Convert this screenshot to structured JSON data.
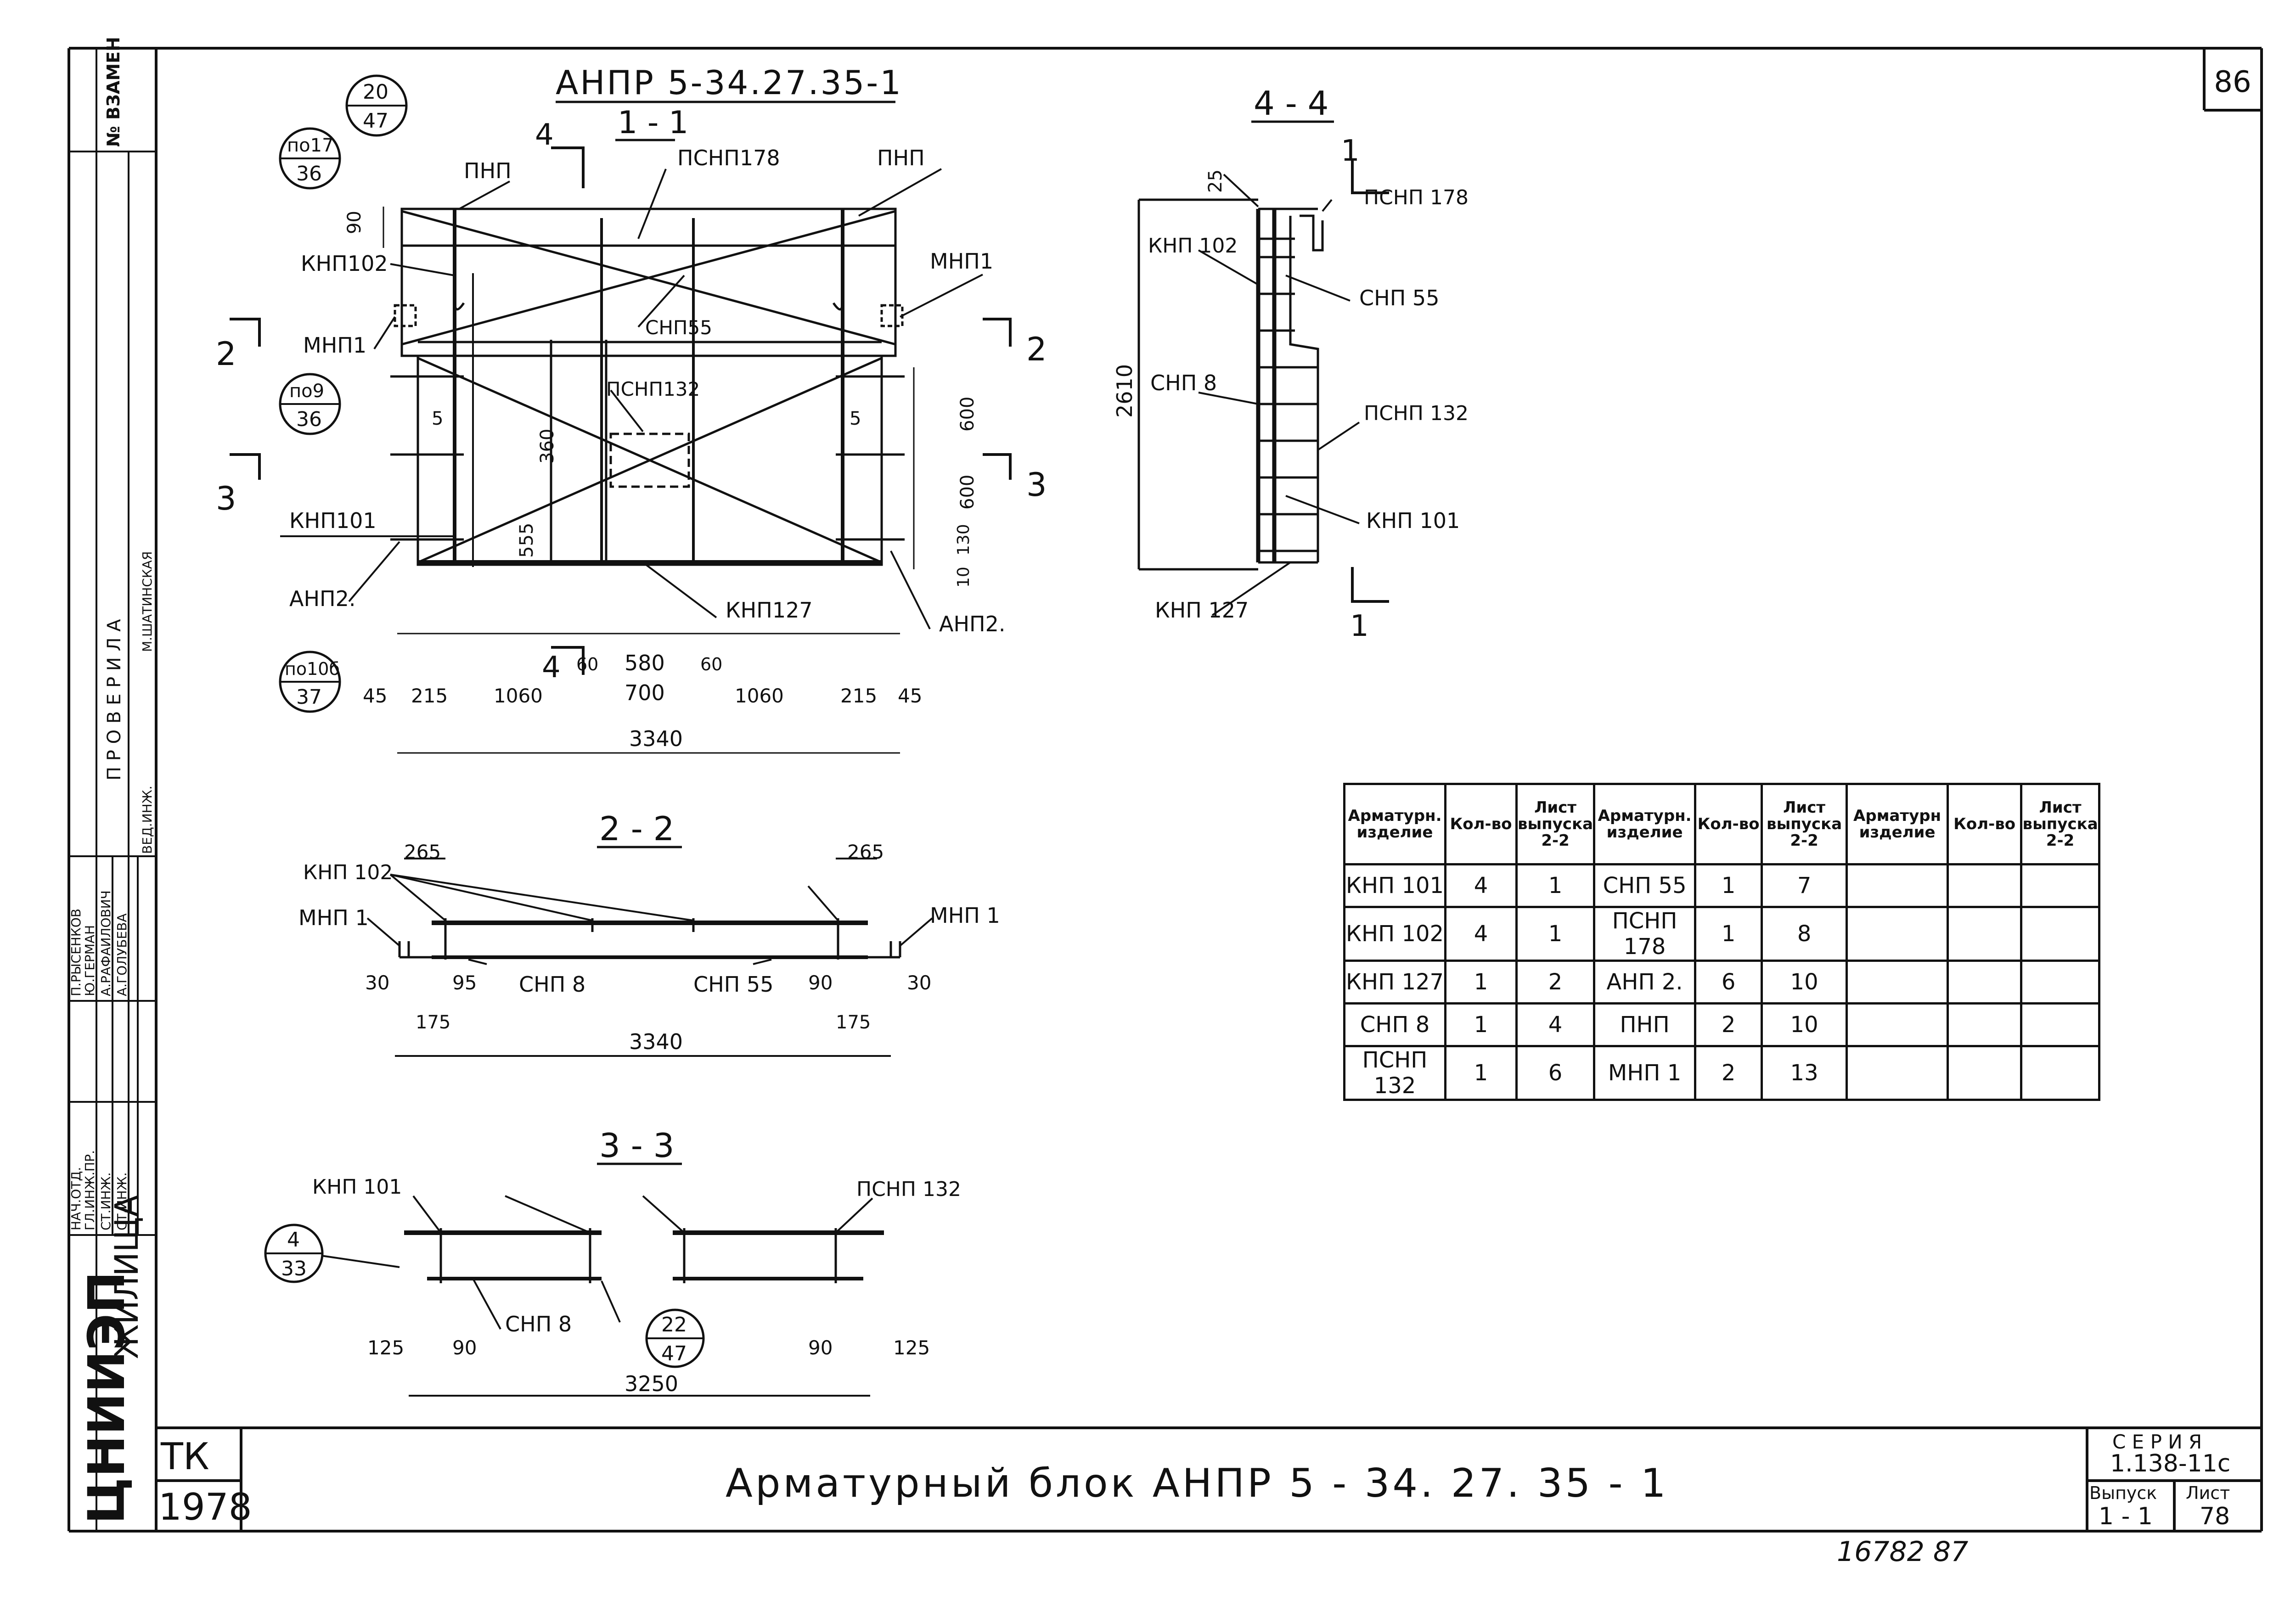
{
  "sheet_number": "86",
  "drawing_title": "АНПР 5-34.27.35-1",
  "sections": {
    "s11": "1 - 1",
    "s22": "2 - 2",
    "s33": "3 - 3",
    "s44": "4 - 4"
  },
  "section_marks": {
    "m1": "1",
    "m2": "2",
    "m3": "3",
    "m4": "4"
  },
  "callouts": {
    "c20_47": {
      "top": "20",
      "bottom": "47"
    },
    "c17_36": {
      "top": "по17",
      "bottom": "36"
    },
    "c9_36": {
      "top": "по9",
      "bottom": "36"
    },
    "c10b_37": {
      "top": "по10б",
      "bottom": "37"
    },
    "c4_33": {
      "top": "4",
      "bottom": "33"
    },
    "c22_47": {
      "top": "22",
      "bottom": "47"
    }
  },
  "labels": {
    "pnp": "ПНП",
    "psnp178": "ПСНП178",
    "knp102": "КНП102",
    "mnp1": "МНП1",
    "snp55": "СНП55",
    "psnp132": "ПСНП132",
    "knp101": "КНП101",
    "anp2": "АНП2.",
    "knp127": "КНП127",
    "snp8": "СНП8",
    "snp55b": "СНП 55",
    "knp101b": "КНП 101",
    "knp127b": "КНП 127",
    "psnp178b": "ПСНП 178",
    "psnp132b": "ПСНП 132",
    "knp102b": "КНП 102",
    "snp8b": "СНП 8",
    "mnp1b": "МНП 1",
    "anp2b": "АНП 2."
  },
  "dims": {
    "d90": "90",
    "d5a": "5",
    "d5b": "5",
    "d555": "555",
    "d360": "360",
    "d600a": "600",
    "d600b": "600",
    "d130": "130",
    "d10": "10",
    "d45a": "45",
    "d215a": "215",
    "d1060a": "1060",
    "d60a": "60",
    "d580": "580",
    "d700": "700",
    "d60b": "60",
    "d1060b": "1060",
    "d215b": "215",
    "d45b": "45",
    "d3340": "3340",
    "d25": "25",
    "d2610": "2610",
    "d265a": "265",
    "d265b": "265",
    "d30a": "30",
    "d95": "95",
    "d175a": "175",
    "d90b": "90",
    "d175b": "175",
    "d30b": "30",
    "d3340b": "3340",
    "d125a": "125",
    "d90c": "90",
    "d90d": "90",
    "d125b": "125",
    "d3250": "3250"
  },
  "table": {
    "headers": [
      "Арматурн. изделие",
      "Кол-во",
      "Лист выпуска 2-2",
      "Арматурн. изделие",
      "Кол-во",
      "Лист выпуска 2-2",
      "Арматурн изделие",
      "Кол-во",
      "Лист выпуска 2-2"
    ],
    "rows": [
      [
        "КНП 101",
        "4",
        "1",
        "СНП 55",
        "1",
        "7",
        "",
        "",
        ""
      ],
      [
        "КНП 102",
        "4",
        "1",
        "ПСНП 178",
        "1",
        "8",
        "",
        "",
        ""
      ],
      [
        "КНП 127",
        "1",
        "2",
        "АНП 2.",
        "6",
        "10",
        "",
        "",
        ""
      ],
      [
        "СНП 8",
        "1",
        "4",
        "ПНП",
        "2",
        "10",
        "",
        "",
        ""
      ],
      [
        "ПСНП 132",
        "1",
        "6",
        "МНП 1",
        "2",
        "13",
        "",
        "",
        ""
      ]
    ]
  },
  "left_stamp": {
    "vzam": "№ ВЗАМЕН",
    "proverila": "П Р О В Е Р И Л А",
    "roles": [
      "НАЧ.ОТД.",
      "ГЛ.ИНЖ.ПР.",
      "СТ.ИНЖ.",
      "СТ.ИНЖ.",
      "ВЕД.ИНЖ."
    ],
    "names": [
      "П.РЫСЕНКОВ",
      "Ю.ГЕРМАН",
      "А.РАФАИЛОВИЧ",
      "А.ГОЛУБЕВА",
      "М.ШАТИНСКАЯ"
    ],
    "org": "ЦНИИЭП",
    "org2": "ЖИЛИЩА"
  },
  "title_block": {
    "tk": "ТК",
    "year": "1978",
    "title": "Арматурный  блок   АНПР 5 - 34. 27. 35 - 1",
    "seria_label": "С Е Р И Я",
    "seria": "1.138-11с",
    "vypusk_label": "Выпуск",
    "vypusk": "1 - 1",
    "list_label": "Лист",
    "list": "78"
  },
  "footer_number": "16782  87"
}
